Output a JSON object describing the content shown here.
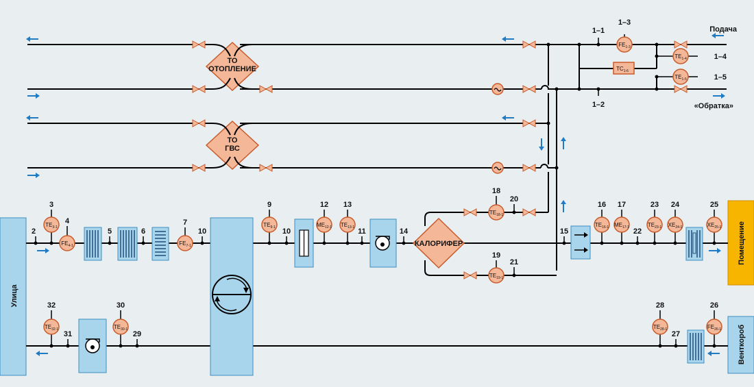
{
  "points": {
    "p2": "2",
    "p3": "3",
    "p4": "4",
    "p5": "5",
    "p6": "6",
    "p7": "7",
    "p9": "9",
    "p10a": "10",
    "p10b": "10",
    "p11": "11",
    "p12": "12",
    "p13": "13",
    "p14": "14",
    "p15": "15",
    "p16": "16",
    "p17": "17",
    "p18": "18",
    "p19": "19",
    "p20": "20",
    "p21": "21",
    "p22": "22",
    "p23": "23",
    "p24": "24",
    "p25": "25",
    "p26": "26",
    "p27": "27",
    "p28": "28",
    "p29": "29",
    "p30": "30",
    "p31": "31",
    "p32": "32",
    "p1_1": "1–1",
    "p1_2": "1–2",
    "p1_3": "1–3",
    "p1_4": "1–4",
    "p1_5": "1–5"
  },
  "sensors": {
    "s3": {
      "main": "TE",
      "sub": "3-1"
    },
    "s4": {
      "main": "FE",
      "sub": "4-1"
    },
    "s7": {
      "main": "FE",
      "sub": "7-1"
    },
    "s9": {
      "main": "TE",
      "sub": "9-1"
    },
    "s12": {
      "main": "ME",
      "sub": "12-1"
    },
    "s13": {
      "main": "TE",
      "sub": "13-1"
    },
    "s18": {
      "main": "TE",
      "sub": "18-1"
    },
    "s19": {
      "main": "TE",
      "sub": "19-1"
    },
    "s16": {
      "main": "TE",
      "sub": "16-1"
    },
    "s17": {
      "main": "ME",
      "sub": "17-1"
    },
    "s23": {
      "main": "TE",
      "sub": "23-1"
    },
    "s24": {
      "main": "XE",
      "sub": "24-1"
    },
    "s25": {
      "main": "XE",
      "sub": "25-1"
    },
    "s26": {
      "main": "FE",
      "sub": "26-1"
    },
    "s28": {
      "main": "TE",
      "sub": "28-1"
    },
    "s30": {
      "main": "TE",
      "sub": "30-1"
    },
    "s32": {
      "main": "TE",
      "sub": "32-1"
    },
    "s1_3": {
      "main": "FE",
      "sub": "1-3"
    },
    "s1_4": {
      "main": "TE",
      "sub": "1-4"
    },
    "s1_5": {
      "main": "TE",
      "sub": "1-5"
    },
    "tc": {
      "main": "TC",
      "sub": "1-6"
    }
  },
  "labels": {
    "supply": "Подача",
    "return": "«Обратка»",
    "heat_ex_1_l1": "ТО",
    "heat_ex_1_l2": "ОТОПЛЕНИЕ",
    "heat_ex_2_l1": "ТО",
    "heat_ex_2_l2": "ГВС",
    "heater": "КАЛОРИФЕР",
    "street": "Улица",
    "room": "Помещение",
    "vent": "Венткороб"
  },
  "colors": {
    "background": "#e9eef1",
    "equipment": "#a9d5ec",
    "equipment_stroke": "#3d8fc0",
    "sensor_fill": "#f4b899",
    "sensor_stroke": "#c75b2b",
    "room_fill": "#f7b500",
    "arrow": "#1e7bc4",
    "line": "#000000"
  }
}
